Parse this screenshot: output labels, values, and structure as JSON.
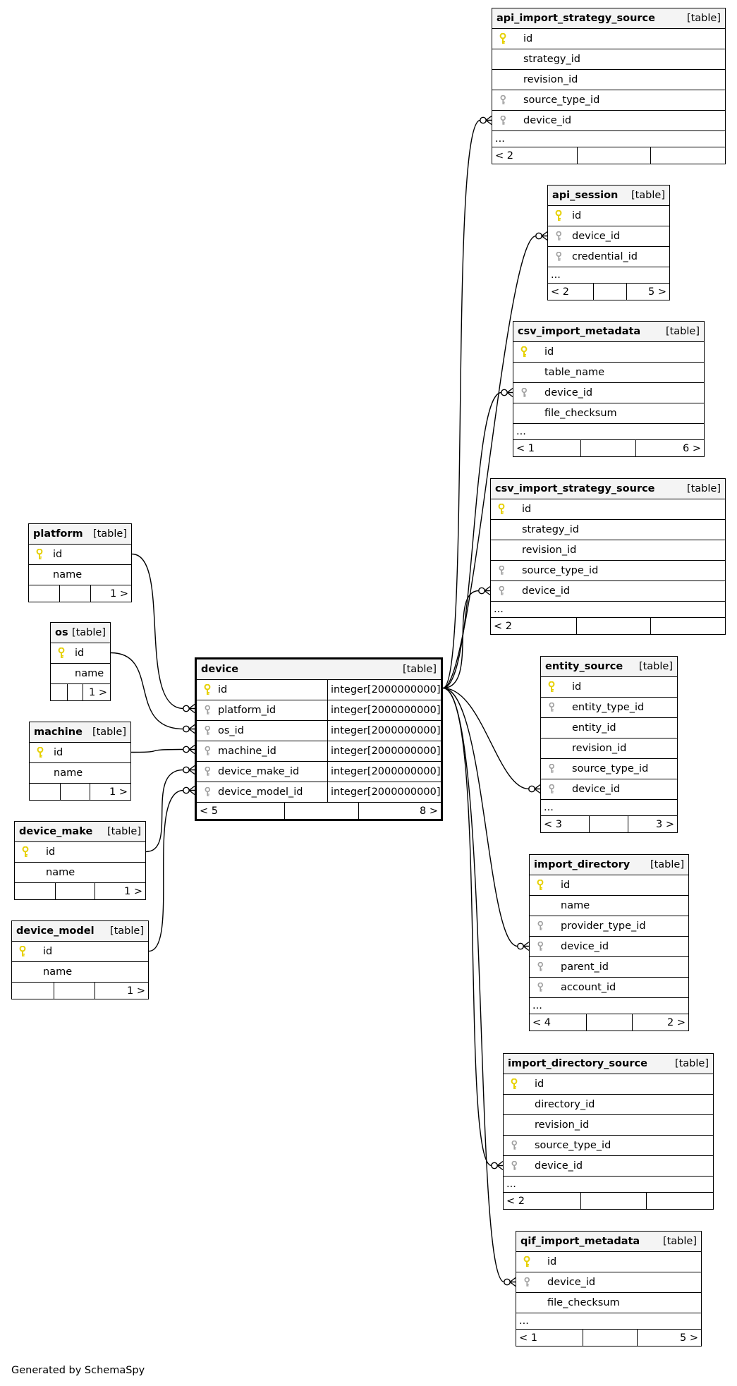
{
  "footer": "Generated by SchemaSpy",
  "colors": {
    "pk_key": "#e6d000",
    "fk_key": "#a0a0a0",
    "line": "#000000",
    "header_bg": "#f4f4f4"
  },
  "icons": {
    "pk": "key-icon-yellow",
    "fk": "key-icon-gray"
  },
  "main_table": {
    "name": "device",
    "type": "[table]",
    "columns": [
      {
        "name": "id",
        "type": "integer[2000000000]",
        "key": "pk"
      },
      {
        "name": "platform_id",
        "type": "integer[2000000000]",
        "key": "fk"
      },
      {
        "name": "os_id",
        "type": "integer[2000000000]",
        "key": "fk"
      },
      {
        "name": "machine_id",
        "type": "integer[2000000000]",
        "key": "fk"
      },
      {
        "name": "device_make_id",
        "type": "integer[2000000000]",
        "key": "fk"
      },
      {
        "name": "device_model_id",
        "type": "integer[2000000000]",
        "key": "fk"
      }
    ],
    "footer": [
      "< 5",
      "",
      "8 >"
    ]
  },
  "left_tables": [
    {
      "name": "platform",
      "type": "[table]",
      "columns": [
        {
          "name": "id",
          "key": "pk"
        },
        {
          "name": "name",
          "key": ""
        }
      ],
      "footer": [
        "",
        "",
        "1 >"
      ]
    },
    {
      "name": "os",
      "type": "[table]",
      "columns": [
        {
          "name": "id",
          "key": "pk"
        },
        {
          "name": "name",
          "key": ""
        }
      ],
      "footer": [
        "",
        "",
        "1 >"
      ]
    },
    {
      "name": "machine",
      "type": "[table]",
      "columns": [
        {
          "name": "id",
          "key": "pk"
        },
        {
          "name": "name",
          "key": ""
        }
      ],
      "footer": [
        "",
        "",
        "1 >"
      ]
    },
    {
      "name": "device_make",
      "type": "[table]",
      "columns": [
        {
          "name": "id",
          "key": "pk"
        },
        {
          "name": "name",
          "key": ""
        }
      ],
      "footer": [
        "",
        "",
        "1 >"
      ]
    },
    {
      "name": "device_model",
      "type": "[table]",
      "columns": [
        {
          "name": "id",
          "key": "pk"
        },
        {
          "name": "name",
          "key": ""
        }
      ],
      "footer": [
        "",
        "",
        "1 >"
      ]
    }
  ],
  "right_tables": [
    {
      "name": "api_import_strategy_source",
      "type": "[table]",
      "columns": [
        {
          "name": "id",
          "key": "pk"
        },
        {
          "name": "strategy_id",
          "key": ""
        },
        {
          "name": "revision_id",
          "key": ""
        },
        {
          "name": "source_type_id",
          "key": "fk"
        },
        {
          "name": "device_id",
          "key": "fk"
        }
      ],
      "ellipsis": "...",
      "footer": [
        "< 2",
        "",
        ""
      ]
    },
    {
      "name": "api_session",
      "type": "[table]",
      "columns": [
        {
          "name": "id",
          "key": "pk"
        },
        {
          "name": "device_id",
          "key": "fk"
        },
        {
          "name": "credential_id",
          "key": "fk"
        }
      ],
      "ellipsis": "...",
      "footer": [
        "< 2",
        "",
        "5 >"
      ]
    },
    {
      "name": "csv_import_metadata",
      "type": "[table]",
      "columns": [
        {
          "name": "id",
          "key": "pk"
        },
        {
          "name": "table_name",
          "key": ""
        },
        {
          "name": "device_id",
          "key": "fk"
        },
        {
          "name": "file_checksum",
          "key": ""
        }
      ],
      "ellipsis": "...",
      "footer": [
        "< 1",
        "",
        "6 >"
      ]
    },
    {
      "name": "csv_import_strategy_source",
      "type": "[table]",
      "columns": [
        {
          "name": "id",
          "key": "pk"
        },
        {
          "name": "strategy_id",
          "key": ""
        },
        {
          "name": "revision_id",
          "key": ""
        },
        {
          "name": "source_type_id",
          "key": "fk"
        },
        {
          "name": "device_id",
          "key": "fk"
        }
      ],
      "ellipsis": "...",
      "footer": [
        "< 2",
        "",
        ""
      ]
    },
    {
      "name": "entity_source",
      "type": "[table]",
      "columns": [
        {
          "name": "id",
          "key": "pk"
        },
        {
          "name": "entity_type_id",
          "key": "fk"
        },
        {
          "name": "entity_id",
          "key": ""
        },
        {
          "name": "revision_id",
          "key": ""
        },
        {
          "name": "source_type_id",
          "key": "fk"
        },
        {
          "name": "device_id",
          "key": "fk"
        }
      ],
      "ellipsis": "...",
      "footer": [
        "< 3",
        "",
        "3 >"
      ]
    },
    {
      "name": "import_directory",
      "type": "[table]",
      "columns": [
        {
          "name": "id",
          "key": "pk"
        },
        {
          "name": "name",
          "key": ""
        },
        {
          "name": "provider_type_id",
          "key": "fk"
        },
        {
          "name": "device_id",
          "key": "fk"
        },
        {
          "name": "parent_id",
          "key": "fk"
        },
        {
          "name": "account_id",
          "key": "fk"
        }
      ],
      "ellipsis": "...",
      "footer": [
        "< 4",
        "",
        "2 >"
      ]
    },
    {
      "name": "import_directory_source",
      "type": "[table]",
      "columns": [
        {
          "name": "id",
          "key": "pk"
        },
        {
          "name": "directory_id",
          "key": ""
        },
        {
          "name": "revision_id",
          "key": ""
        },
        {
          "name": "source_type_id",
          "key": "fk"
        },
        {
          "name": "device_id",
          "key": "fk"
        }
      ],
      "ellipsis": "...",
      "footer": [
        "< 2",
        "",
        ""
      ]
    },
    {
      "name": "qif_import_metadata",
      "type": "[table]",
      "columns": [
        {
          "name": "id",
          "key": "pk"
        },
        {
          "name": "device_id",
          "key": "fk"
        },
        {
          "name": "file_checksum",
          "key": ""
        }
      ],
      "ellipsis": "...",
      "footer": [
        "< 1",
        "",
        "5 >"
      ]
    }
  ]
}
